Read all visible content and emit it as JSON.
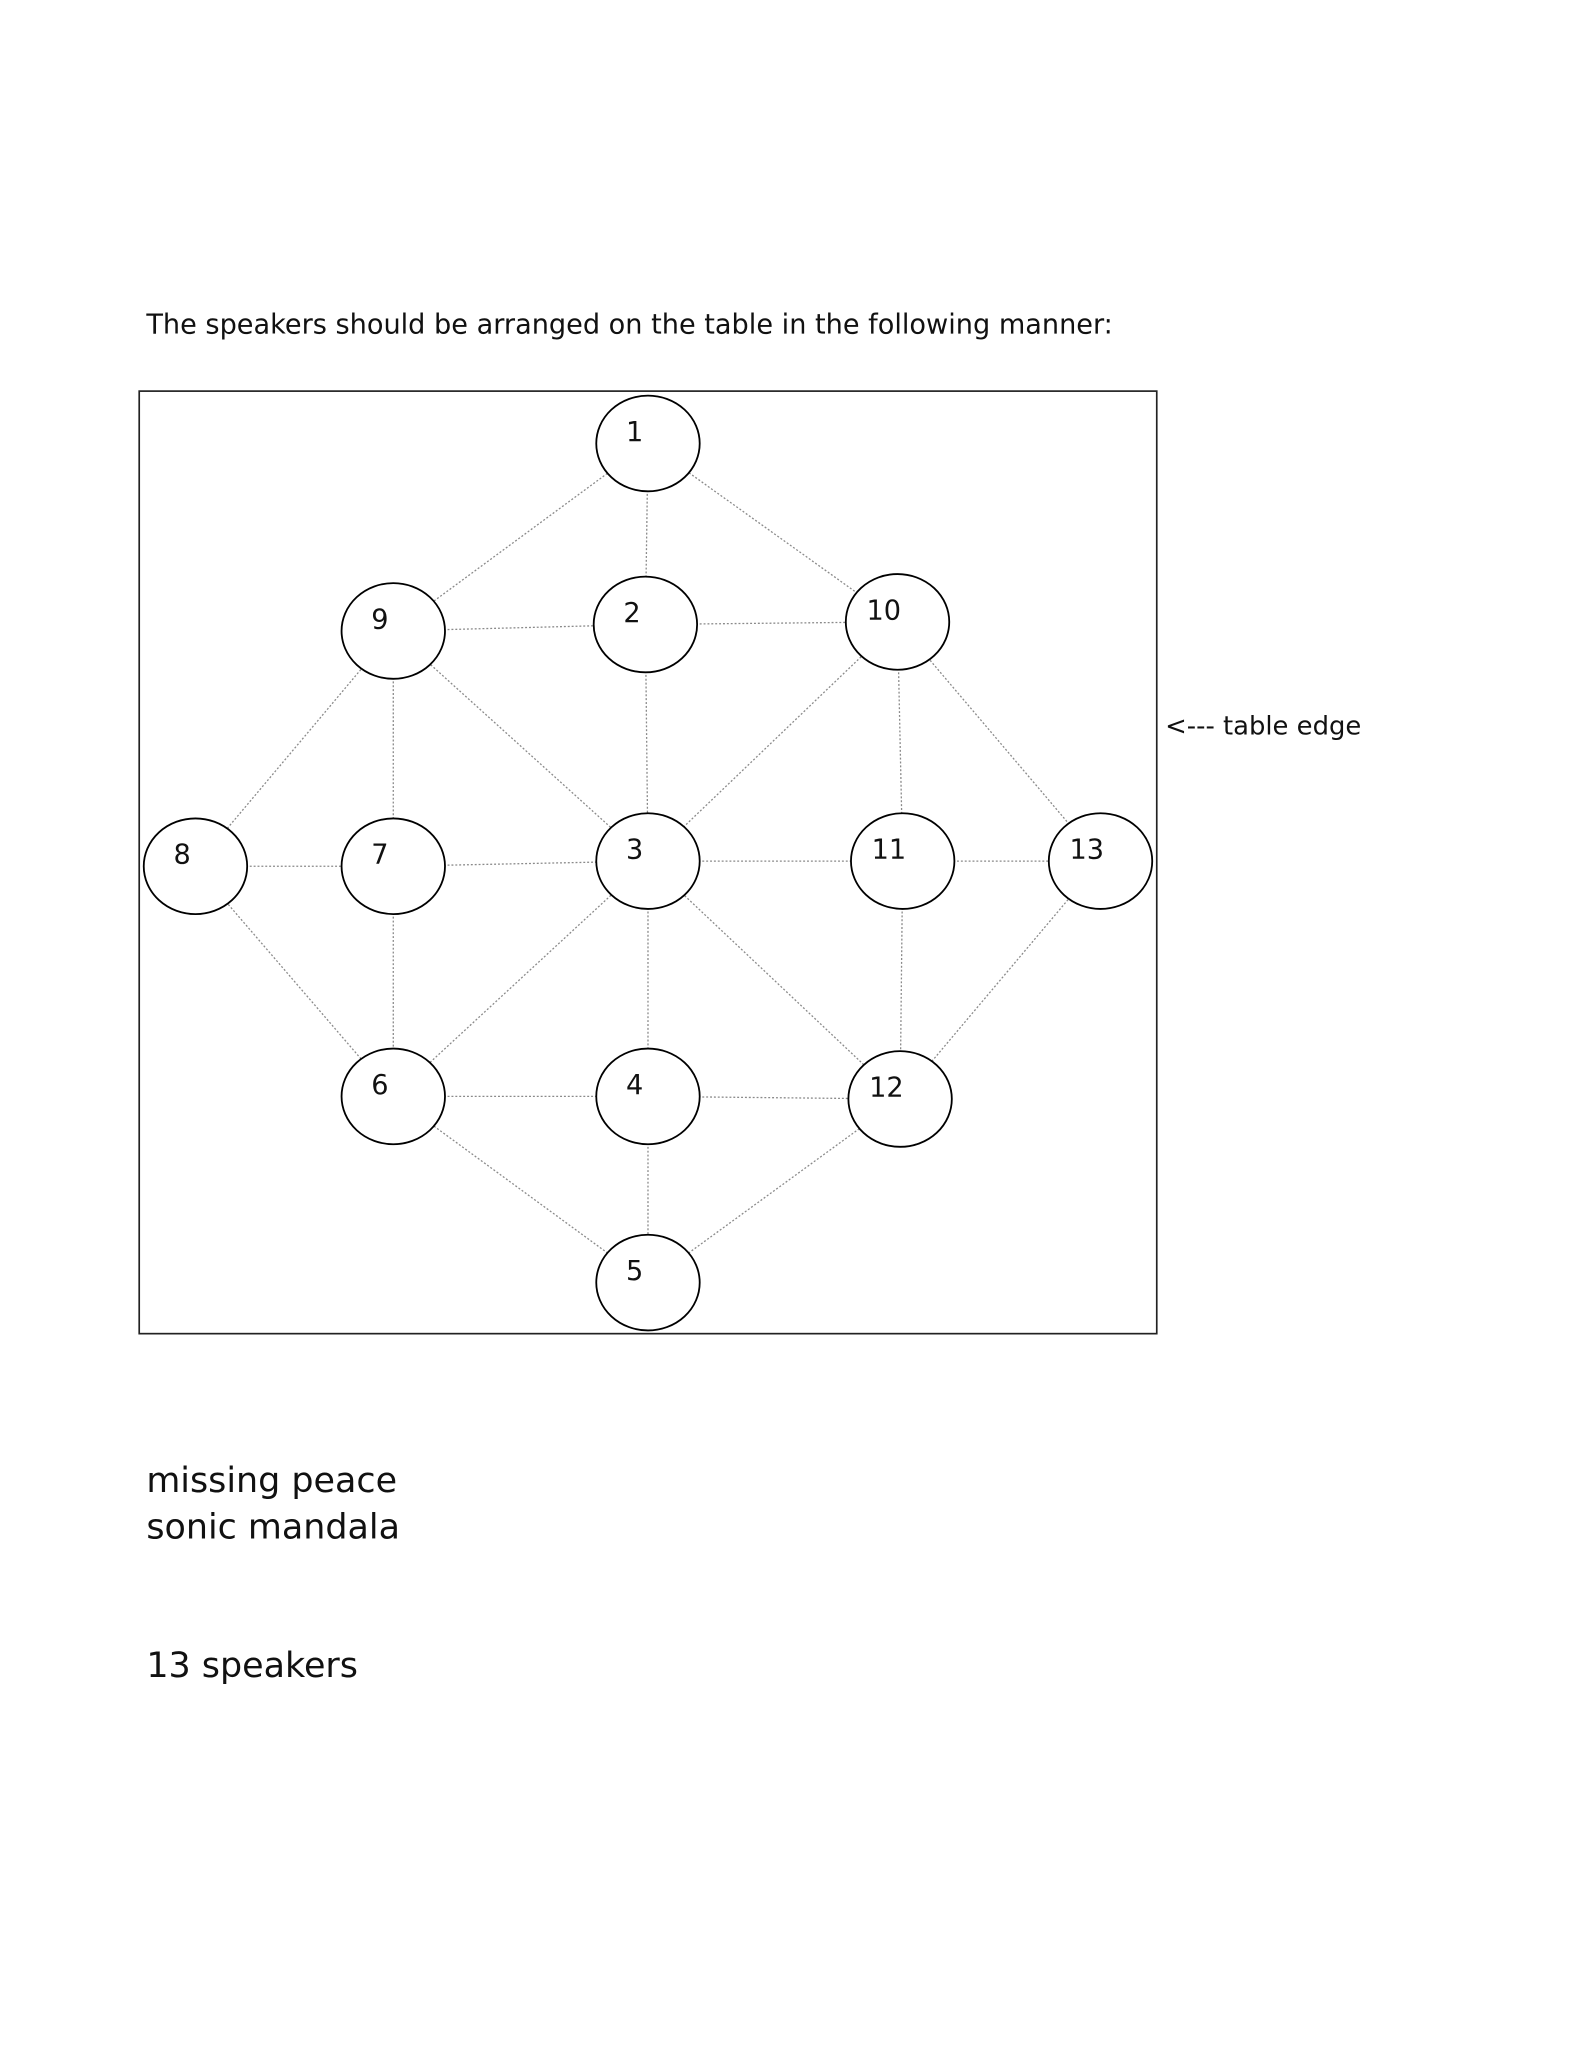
{
  "heading": "The speakers should be arranged on the table in the following manner:",
  "table_edge_label": "<--- table edge",
  "title_line1": "missing peace",
  "title_line2": "sonic mandala",
  "speaker_count": "13 speakers",
  "nodes": [
    "1",
    "2",
    "3",
    "4",
    "5",
    "6",
    "7",
    "8",
    "9",
    "10",
    "11",
    "12",
    "13"
  ],
  "edges": [
    [
      "1",
      "2"
    ],
    [
      "1",
      "9"
    ],
    [
      "1",
      "10"
    ],
    [
      "9",
      "2"
    ],
    [
      "2",
      "10"
    ],
    [
      "9",
      "8"
    ],
    [
      "9",
      "7"
    ],
    [
      "9",
      "3"
    ],
    [
      "2",
      "3"
    ],
    [
      "10",
      "3"
    ],
    [
      "10",
      "11"
    ],
    [
      "10",
      "13"
    ],
    [
      "8",
      "7"
    ],
    [
      "7",
      "3"
    ],
    [
      "3",
      "11"
    ],
    [
      "11",
      "13"
    ],
    [
      "8",
      "6"
    ],
    [
      "7",
      "6"
    ],
    [
      "3",
      "6"
    ],
    [
      "3",
      "4"
    ],
    [
      "3",
      "12"
    ],
    [
      "11",
      "12"
    ],
    [
      "13",
      "12"
    ],
    [
      "6",
      "4"
    ],
    [
      "4",
      "12"
    ],
    [
      "6",
      "5"
    ],
    [
      "4",
      "5"
    ],
    [
      "12",
      "5"
    ]
  ]
}
